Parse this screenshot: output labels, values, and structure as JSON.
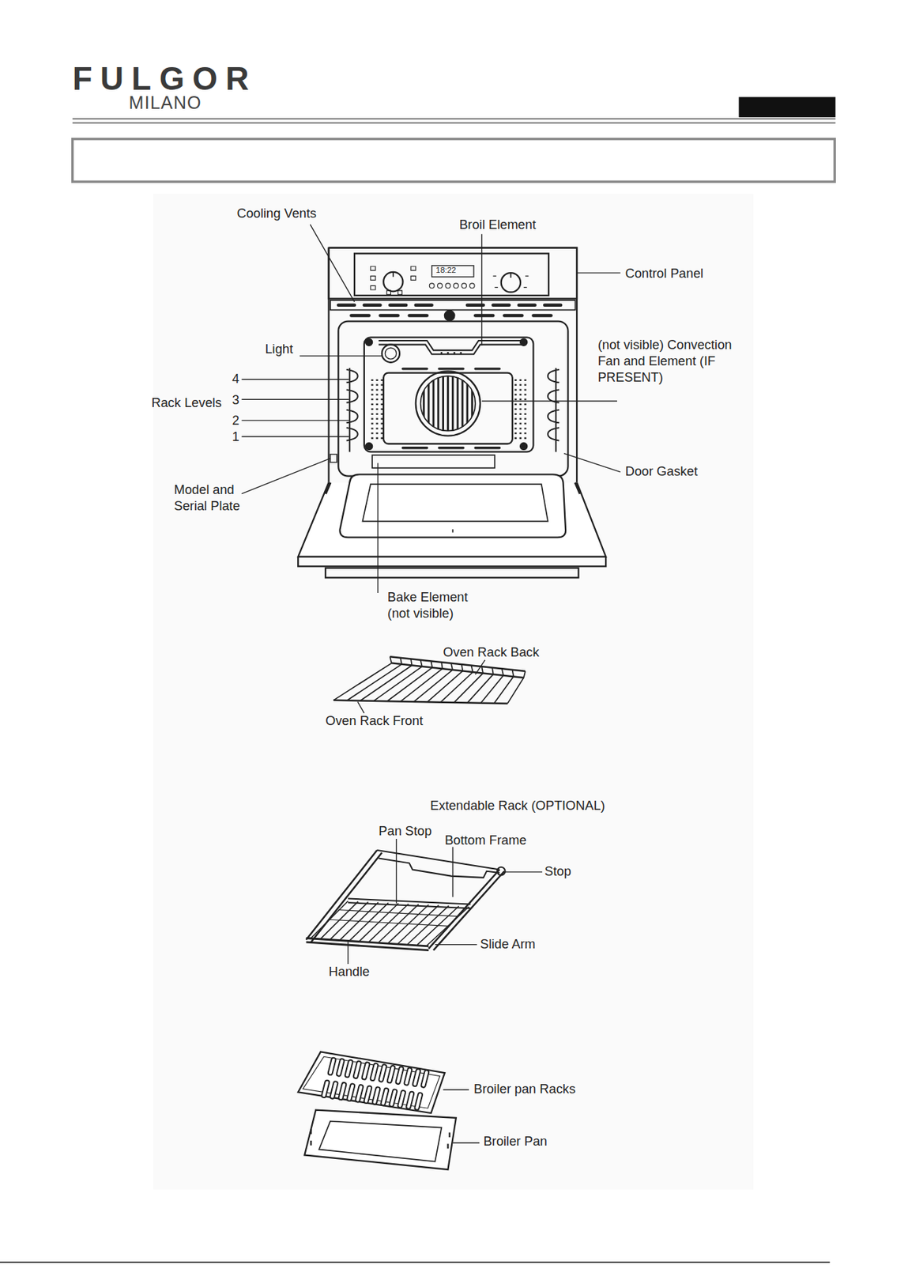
{
  "diagram": {
    "labels": [
      "FULGOR",
      "MILANO",
      "Cooling Vents",
      "Broil Element",
      "18:22",
      "Control Panel",
      "Light",
      "(not visible) Convection Fan and Element (IF PRESENT)",
      "4",
      "Rack Levels",
      "3",
      "2",
      "1",
      "Model and Serial Plate",
      "Door Gasket",
      "Bake Element (not visible)",
      "Oven Rack Back",
      "Oven Rack Front",
      "Extendable Rack (OPTIONAL)",
      "Pan Stop",
      "Bottom Frame",
      "Stop",
      "Slide Arm",
      "Handle",
      "Broiler pan Racks",
      "Broiler Pan"
    ]
  }
}
